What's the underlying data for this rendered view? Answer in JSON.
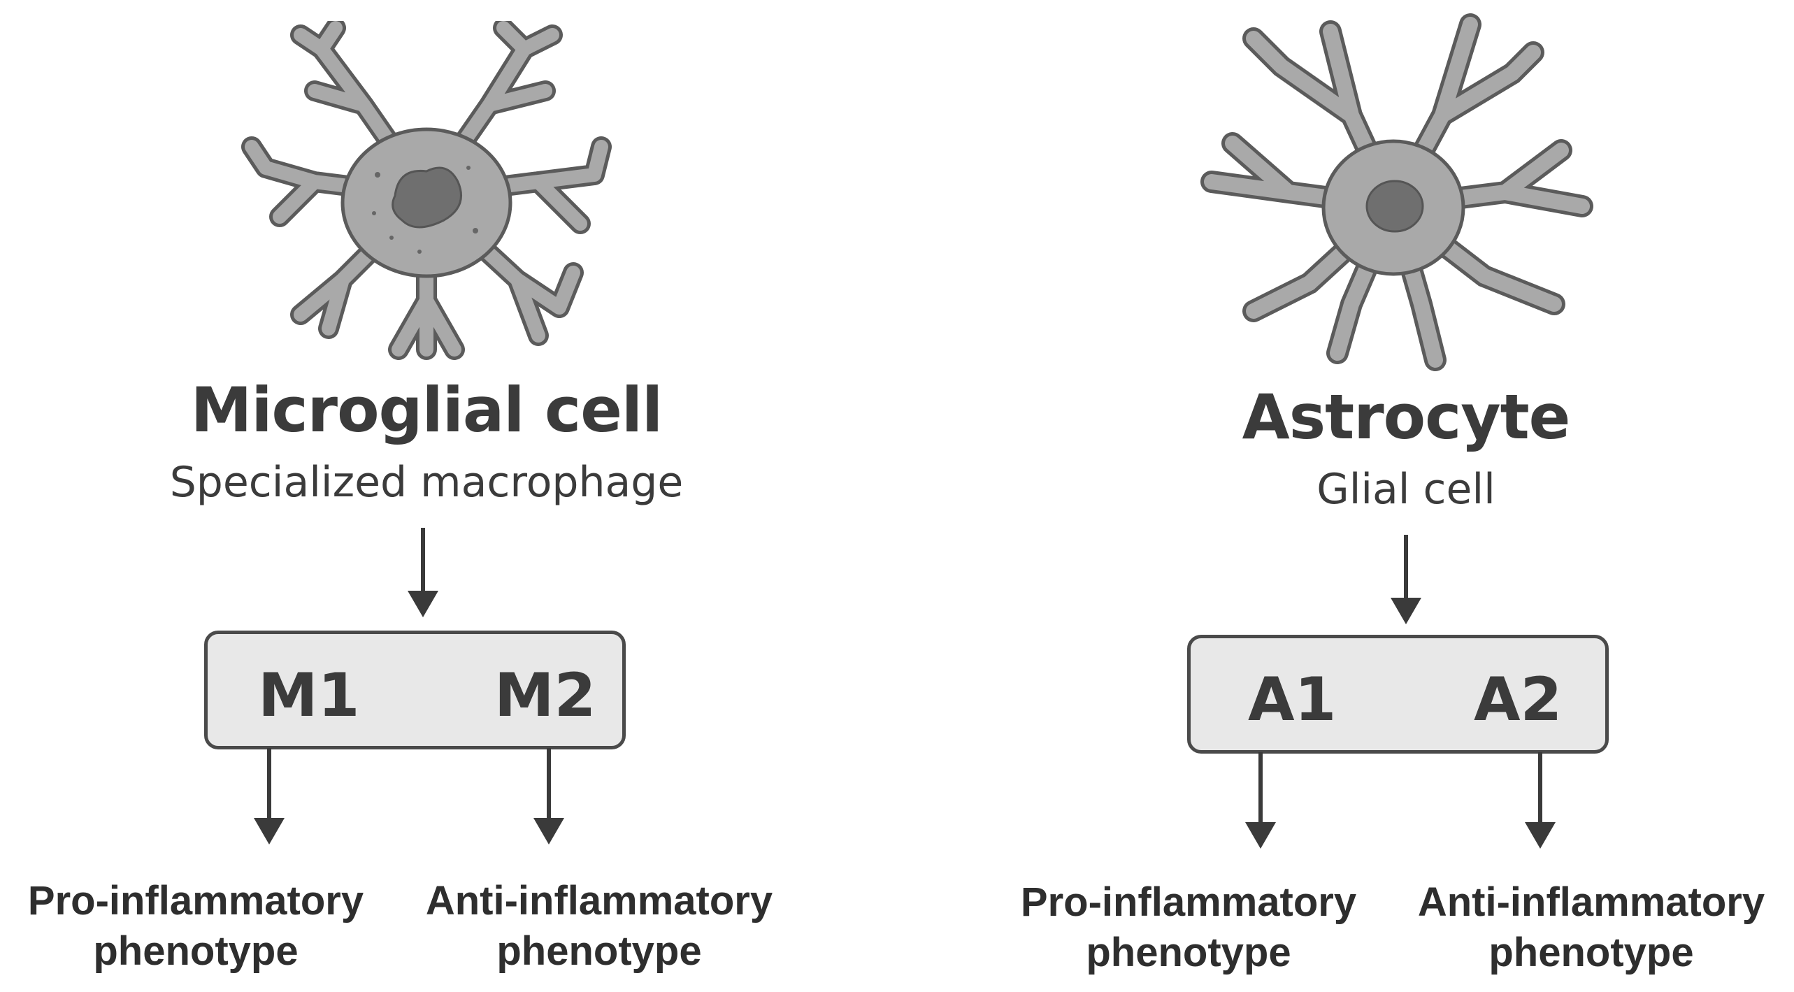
{
  "left": {
    "title": "Microglial cell",
    "subtitle": "Specialized macrophage",
    "box": {
      "left_label": "M1",
      "right_label": "M2"
    },
    "outcomes": [
      {
        "line1": "Pro-inflammatory",
        "line2": "phenotype"
      },
      {
        "line1": "Anti-inflammatory",
        "line2": "phenotype"
      }
    ]
  },
  "right": {
    "title": "Astrocyte",
    "subtitle": "Glial cell",
    "box": {
      "left_label": "A1",
      "right_label": "A2"
    },
    "outcomes": [
      {
        "line1": "Pro-inflammatory",
        "line2": "phenotype"
      },
      {
        "line1": "Anti-inflammatory",
        "line2": "phenotype"
      }
    ]
  },
  "colors": {
    "cell_fill": "#a9a9a9",
    "cell_outline": "#5b5b5b",
    "nucleus": "#6f6f6f",
    "box_fill": "#e8e8e8",
    "text": "#3b3b3b"
  }
}
